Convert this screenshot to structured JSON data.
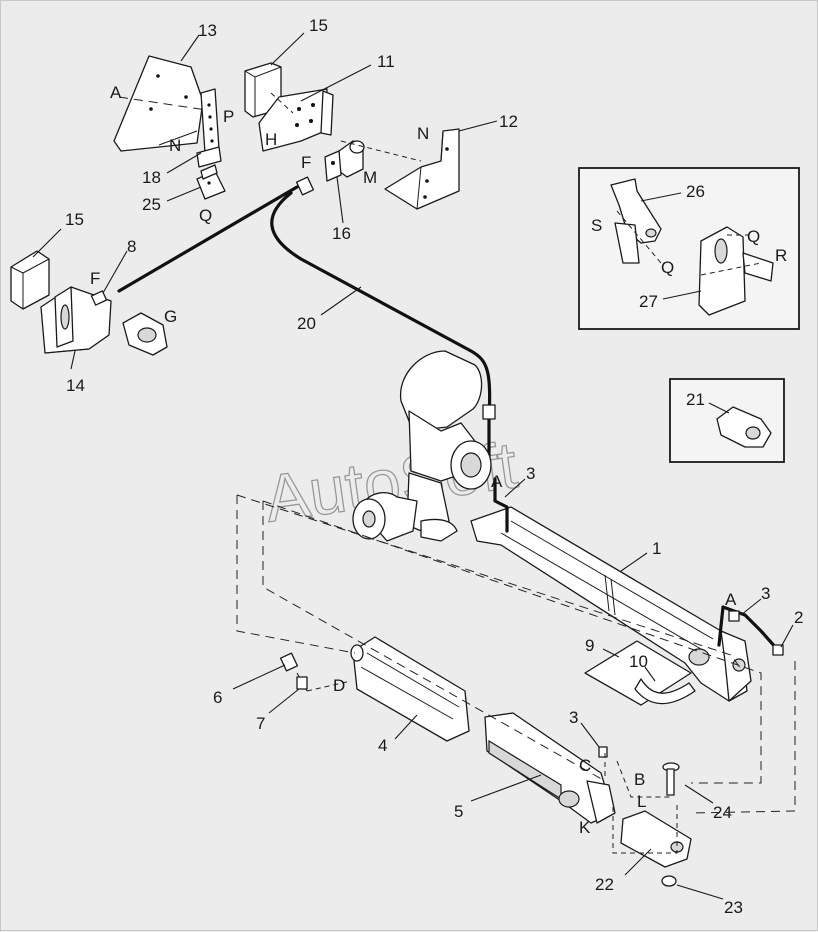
{
  "diagram": {
    "watermark": "AutoSoft",
    "callouts": [
      "1",
      "2",
      "3",
      "3",
      "3",
      "4",
      "5",
      "6",
      "7",
      "8",
      "9",
      "10",
      "11",
      "12",
      "13",
      "14",
      "15",
      "15",
      "16",
      "18",
      "20",
      "21",
      "22",
      "23",
      "24",
      "25",
      "26",
      "27"
    ],
    "letters": [
      "A",
      "A",
      "A",
      "B",
      "C",
      "D",
      "F",
      "F",
      "G",
      "H",
      "K",
      "L",
      "M",
      "N",
      "N",
      "P",
      "Q",
      "Q",
      "Q",
      "R",
      "S"
    ]
  }
}
